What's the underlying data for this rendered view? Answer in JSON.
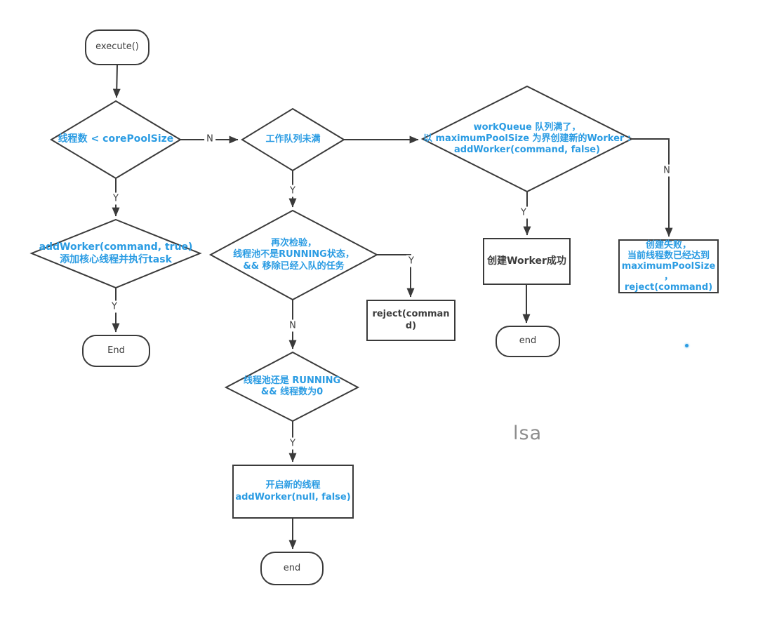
{
  "colors": {
    "accent_blue": "#2b9ce3",
    "line": "#3a3a3a",
    "dark_text": "#3d3d3d",
    "watermark_gray": "#8d8d8d"
  },
  "nodes": {
    "start": {
      "label": "execute()"
    },
    "d_core": {
      "lines": [
        "线程数 < corePoolSize"
      ]
    },
    "d_queue": {
      "lines": [
        "工作队列未满"
      ]
    },
    "d_max": {
      "lines": [
        "workQueue 队列满了，",
        "以 maximumPoolSize 为界创建新的Worker :",
        "addWorker(command, false)"
      ]
    },
    "d_addcore": {
      "lines": [
        "addWorker(command, true)",
        "添加核心线程并执行task"
      ]
    },
    "end_left": {
      "label": "End"
    },
    "d_recheck": {
      "lines": [
        "再次检验，",
        "线程池不是RUNNING状态，",
        "&& 移除已经入队的任务"
      ]
    },
    "reject": {
      "lines": [
        "reject(comman",
        "d)"
      ]
    },
    "d_running": {
      "lines": [
        "线程池还是 RUNNING",
        "&& 线程数为0"
      ]
    },
    "new_thread": {
      "lines": [
        "开启新的线程",
        "addWorker(null, false)"
      ]
    },
    "end_mid": {
      "label": "end"
    },
    "worker_ok": {
      "label": "创建Worker成功"
    },
    "end_right": {
      "label": "end"
    },
    "fail": {
      "lines": [
        "创建失败，",
        "当前线程数已经达到",
        "maximumPoolSize",
        "，",
        "reject(command)"
      ]
    }
  },
  "edge_labels": {
    "core_no": "N",
    "core_yes": "Y",
    "queue_yes": "Y",
    "addcore_yes": "Y",
    "recheck_yes": "Y",
    "recheck_no": "N",
    "running_yes": "Y",
    "max_yes": "Y",
    "max_no": "N"
  },
  "watermark": {
    "text": "lsa"
  }
}
